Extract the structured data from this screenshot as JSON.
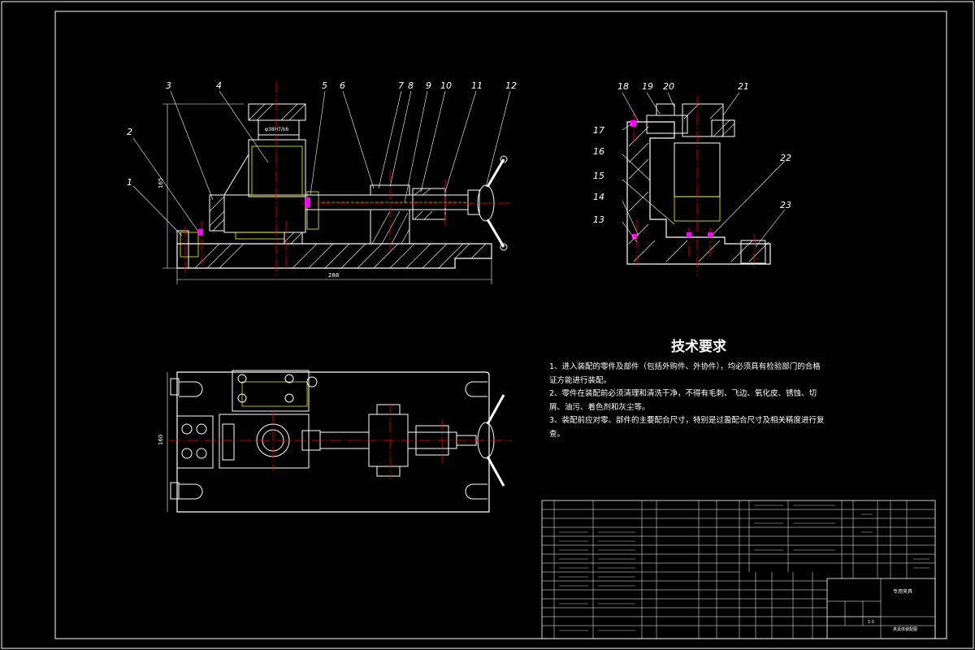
{
  "colors": {
    "background": "#000000",
    "outline": "#ffffff",
    "hidden": "#ffff00",
    "center_line": "#ff0000",
    "leader": "#00ffff",
    "section_hatch": "#ffffff",
    "screw": "#ff00ff",
    "table_frame": "#ffffff"
  },
  "balloon_numbers": [
    "1",
    "2",
    "3",
    "4",
    "5",
    "6",
    "7",
    "8",
    "9",
    "10",
    "11",
    "12",
    "13",
    "14",
    "15",
    "16",
    "17",
    "18",
    "19",
    "20",
    "21",
    "22",
    "23"
  ],
  "dimensions": {
    "overall_length": "288",
    "height": "165",
    "width": "160",
    "bore": "φ38H7/k6"
  },
  "technical_requirements": {
    "title": "技术要求",
    "items": [
      "1、进入装配的零件及部件（包括外购件、外协件），均必须具有检验部门的合格证方能进行装配。",
      "2、零件在装配前必须清理和清洗干净，不得有毛刺、飞边、氧化皮、锈蚀、切屑、油污、着色剂和灰尘等。",
      "3、装配前应对零、部件的主要配合尺寸，特别是过盈配合尺寸及相关精度进行复查。"
    ]
  },
  "title_block": {
    "scale": "1:1",
    "drawing_name": "专用夹具",
    "part_label": "夹具体装配图"
  }
}
